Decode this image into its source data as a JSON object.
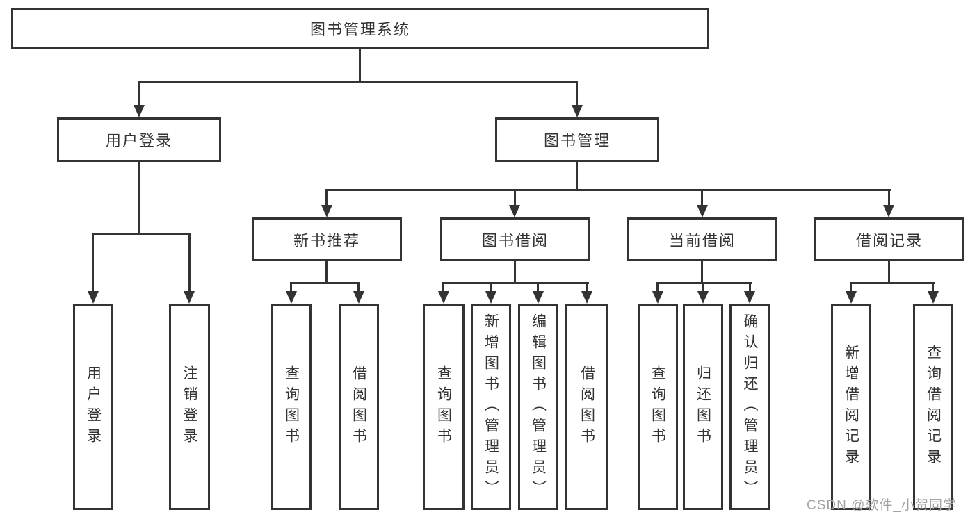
{
  "diagram": {
    "title": "图书管理系统",
    "level2": {
      "user_login": "用户登录",
      "book_mgmt": "图书管理"
    },
    "level3": {
      "new_books": "新书推荐",
      "book_borrow": "图书借阅",
      "current_borrow": "当前借阅",
      "borrow_records": "借阅记录"
    },
    "leaves": {
      "login": [
        "用户登录",
        "注销登录"
      ],
      "new_books": [
        "查询图书",
        "借阅图书"
      ],
      "book_borrow": [
        "查询图书",
        "新增图书（管理员）",
        "编辑图书（管理员）",
        "借阅图书"
      ],
      "current_borrow": [
        "查询图书",
        "归还图书",
        "确认归还（管理员）"
      ],
      "borrow_records": [
        "新增借阅记录",
        "查询借阅记录"
      ]
    },
    "watermark": "CSDN @软件_小贺同学",
    "colors": {
      "line": "#333333",
      "box_bg": "#ffffff",
      "watermark": "#a3a3a3"
    }
  }
}
